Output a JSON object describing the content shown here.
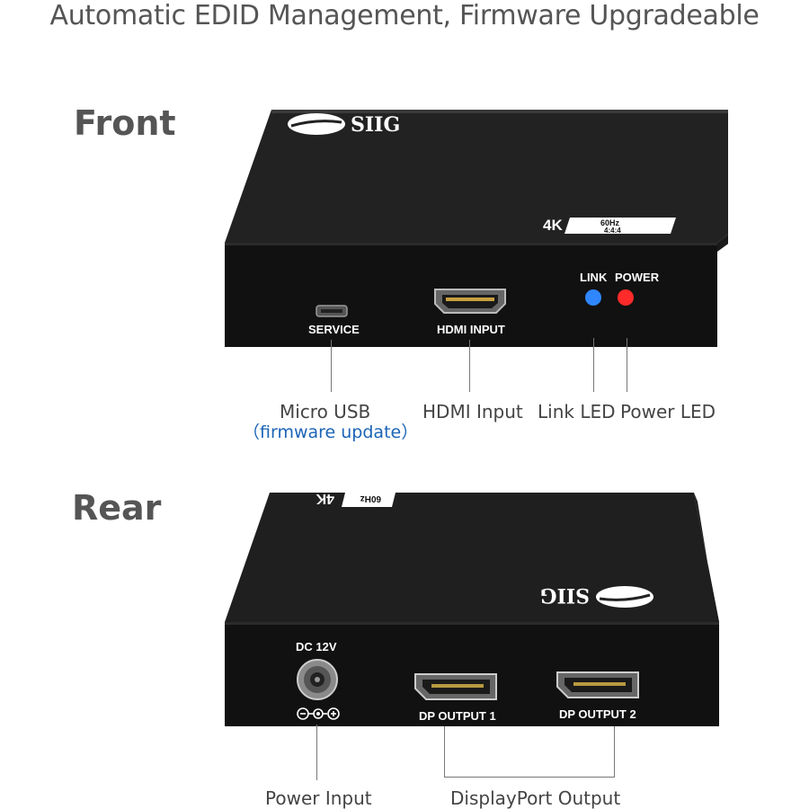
{
  "headline": "Automatic EDID Management, Firmware Upgradeable",
  "front": {
    "title": "Front",
    "brand": "SIIG",
    "badge": {
      "resolution": "4K",
      "refresh": "60Hz",
      "chroma": "4:4:4"
    },
    "panel_labels": {
      "service": "SERVICE",
      "hdmi_input": "HDMI INPUT",
      "link": "LINK",
      "power": "POWER"
    },
    "led_colors": {
      "link": "#2f86ff",
      "power": "#ff2a2a"
    },
    "callouts": {
      "micro_usb": "Micro USB",
      "micro_usb_sub": "（firmware update）",
      "hdmi_input": "HDMI Input",
      "link_led": "Link LED",
      "power_led": "Power LED"
    }
  },
  "rear": {
    "title": "Rear",
    "brand": "SIIG",
    "badge": {
      "resolution": "4K",
      "refresh": "60Hz"
    },
    "panel_labels": {
      "dc": "DC 12V",
      "dp_output_1": "DP OUTPUT 1",
      "dp_output_2": "DP OUTPUT 2"
    },
    "callouts": {
      "power_input": "Power Input",
      "displayport_output": "DisplayPort Output"
    }
  }
}
